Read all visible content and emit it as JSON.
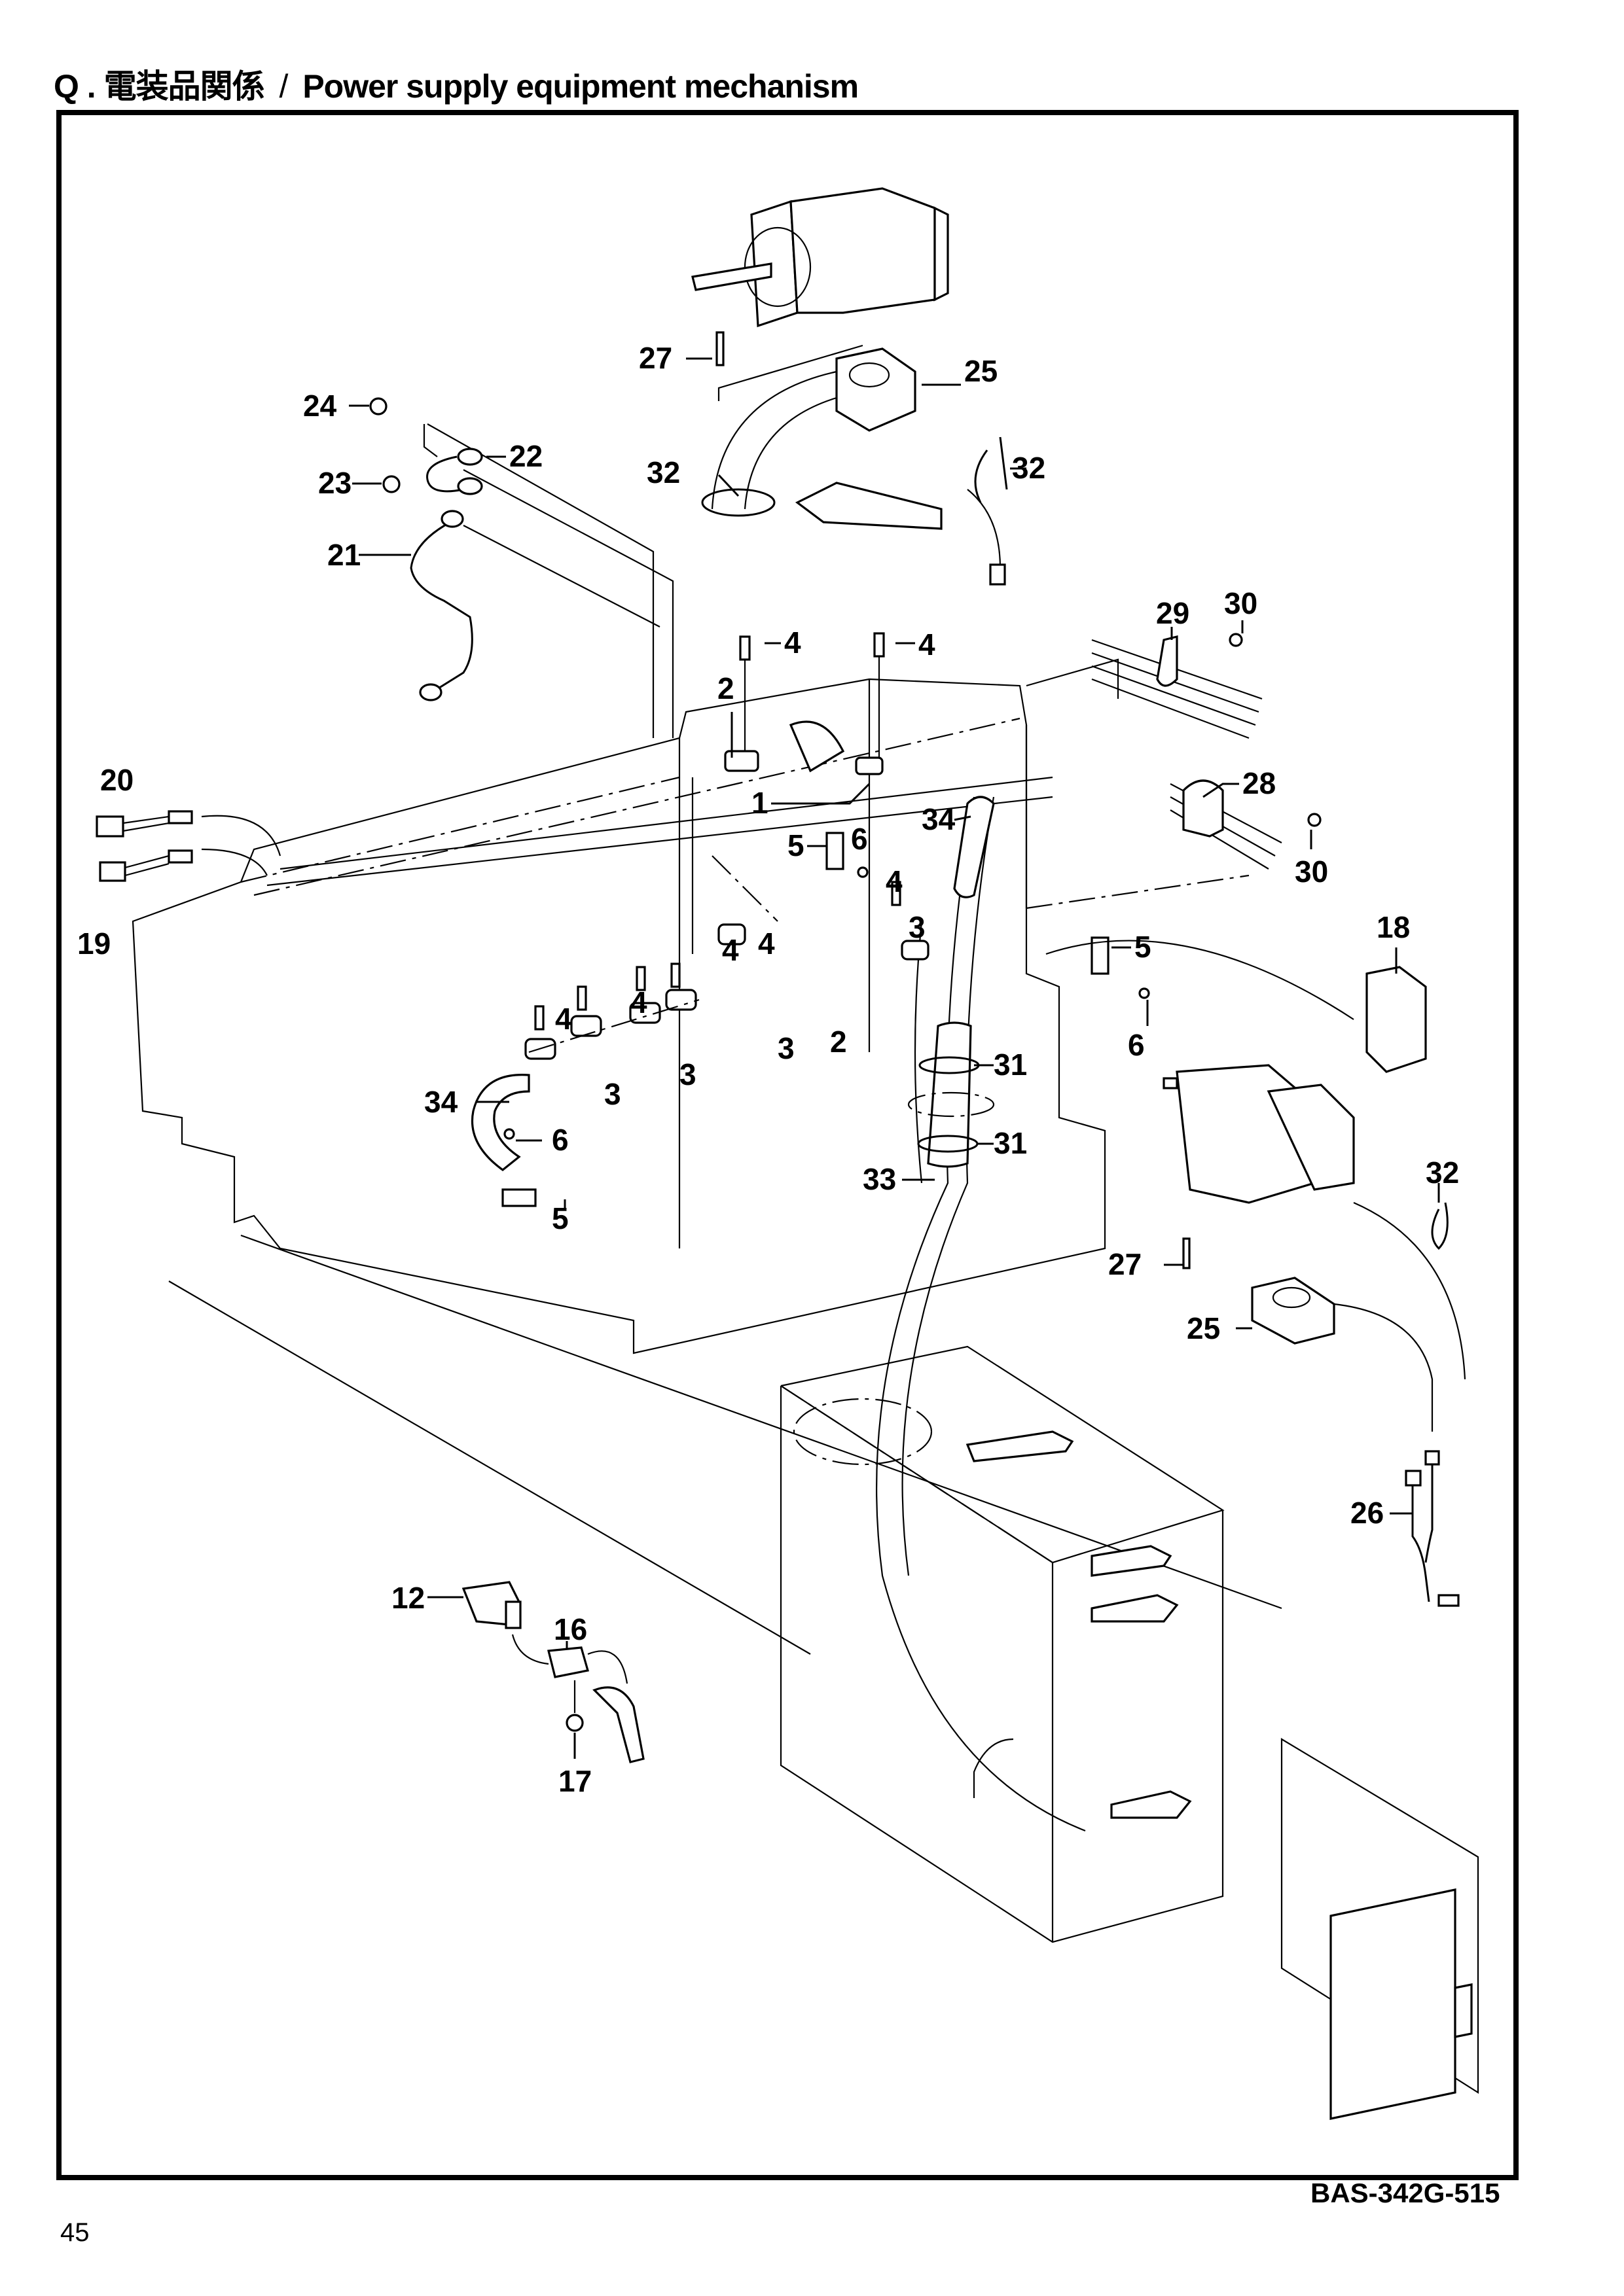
{
  "header": {
    "section_letter": "Q .",
    "title_ja": "電装品関係",
    "separator": "/",
    "title_en": "Power supply equipment mechanism"
  },
  "figure": {
    "drawing_code": "BAS-342G-515",
    "callouts": {
      "c27a": "27",
      "c25a": "25",
      "c24": "24",
      "c22": "22",
      "c23": "23",
      "c32a": "32",
      "c32b": "32",
      "c21": "21",
      "c4a": "4",
      "c4b": "4",
      "c30a": "30",
      "c29": "29",
      "c2a": "2",
      "c20": "20",
      "c1": "1",
      "c34a": "34",
      "c28": "28",
      "c5a": "5",
      "c6a": "6",
      "c30b": "30",
      "c19": "19",
      "c4c": "4",
      "c4d": "4",
      "c4e": "4",
      "c3a": "3",
      "c18": "18",
      "c4f": "4",
      "c4g": "4",
      "c5b": "5",
      "c3b": "3",
      "c3c": "3",
      "c3d": "3",
      "c2b": "2",
      "c6b": "6",
      "c31a": "31",
      "c34b": "34",
      "c6c": "6",
      "c31b": "31",
      "c33": "33",
      "c5c": "5",
      "c32c": "32",
      "c27b": "27",
      "c25b": "25",
      "c26": "26",
      "c12": "12",
      "c16": "16",
      "c17": "17"
    }
  },
  "footer": {
    "page_number": "45"
  }
}
